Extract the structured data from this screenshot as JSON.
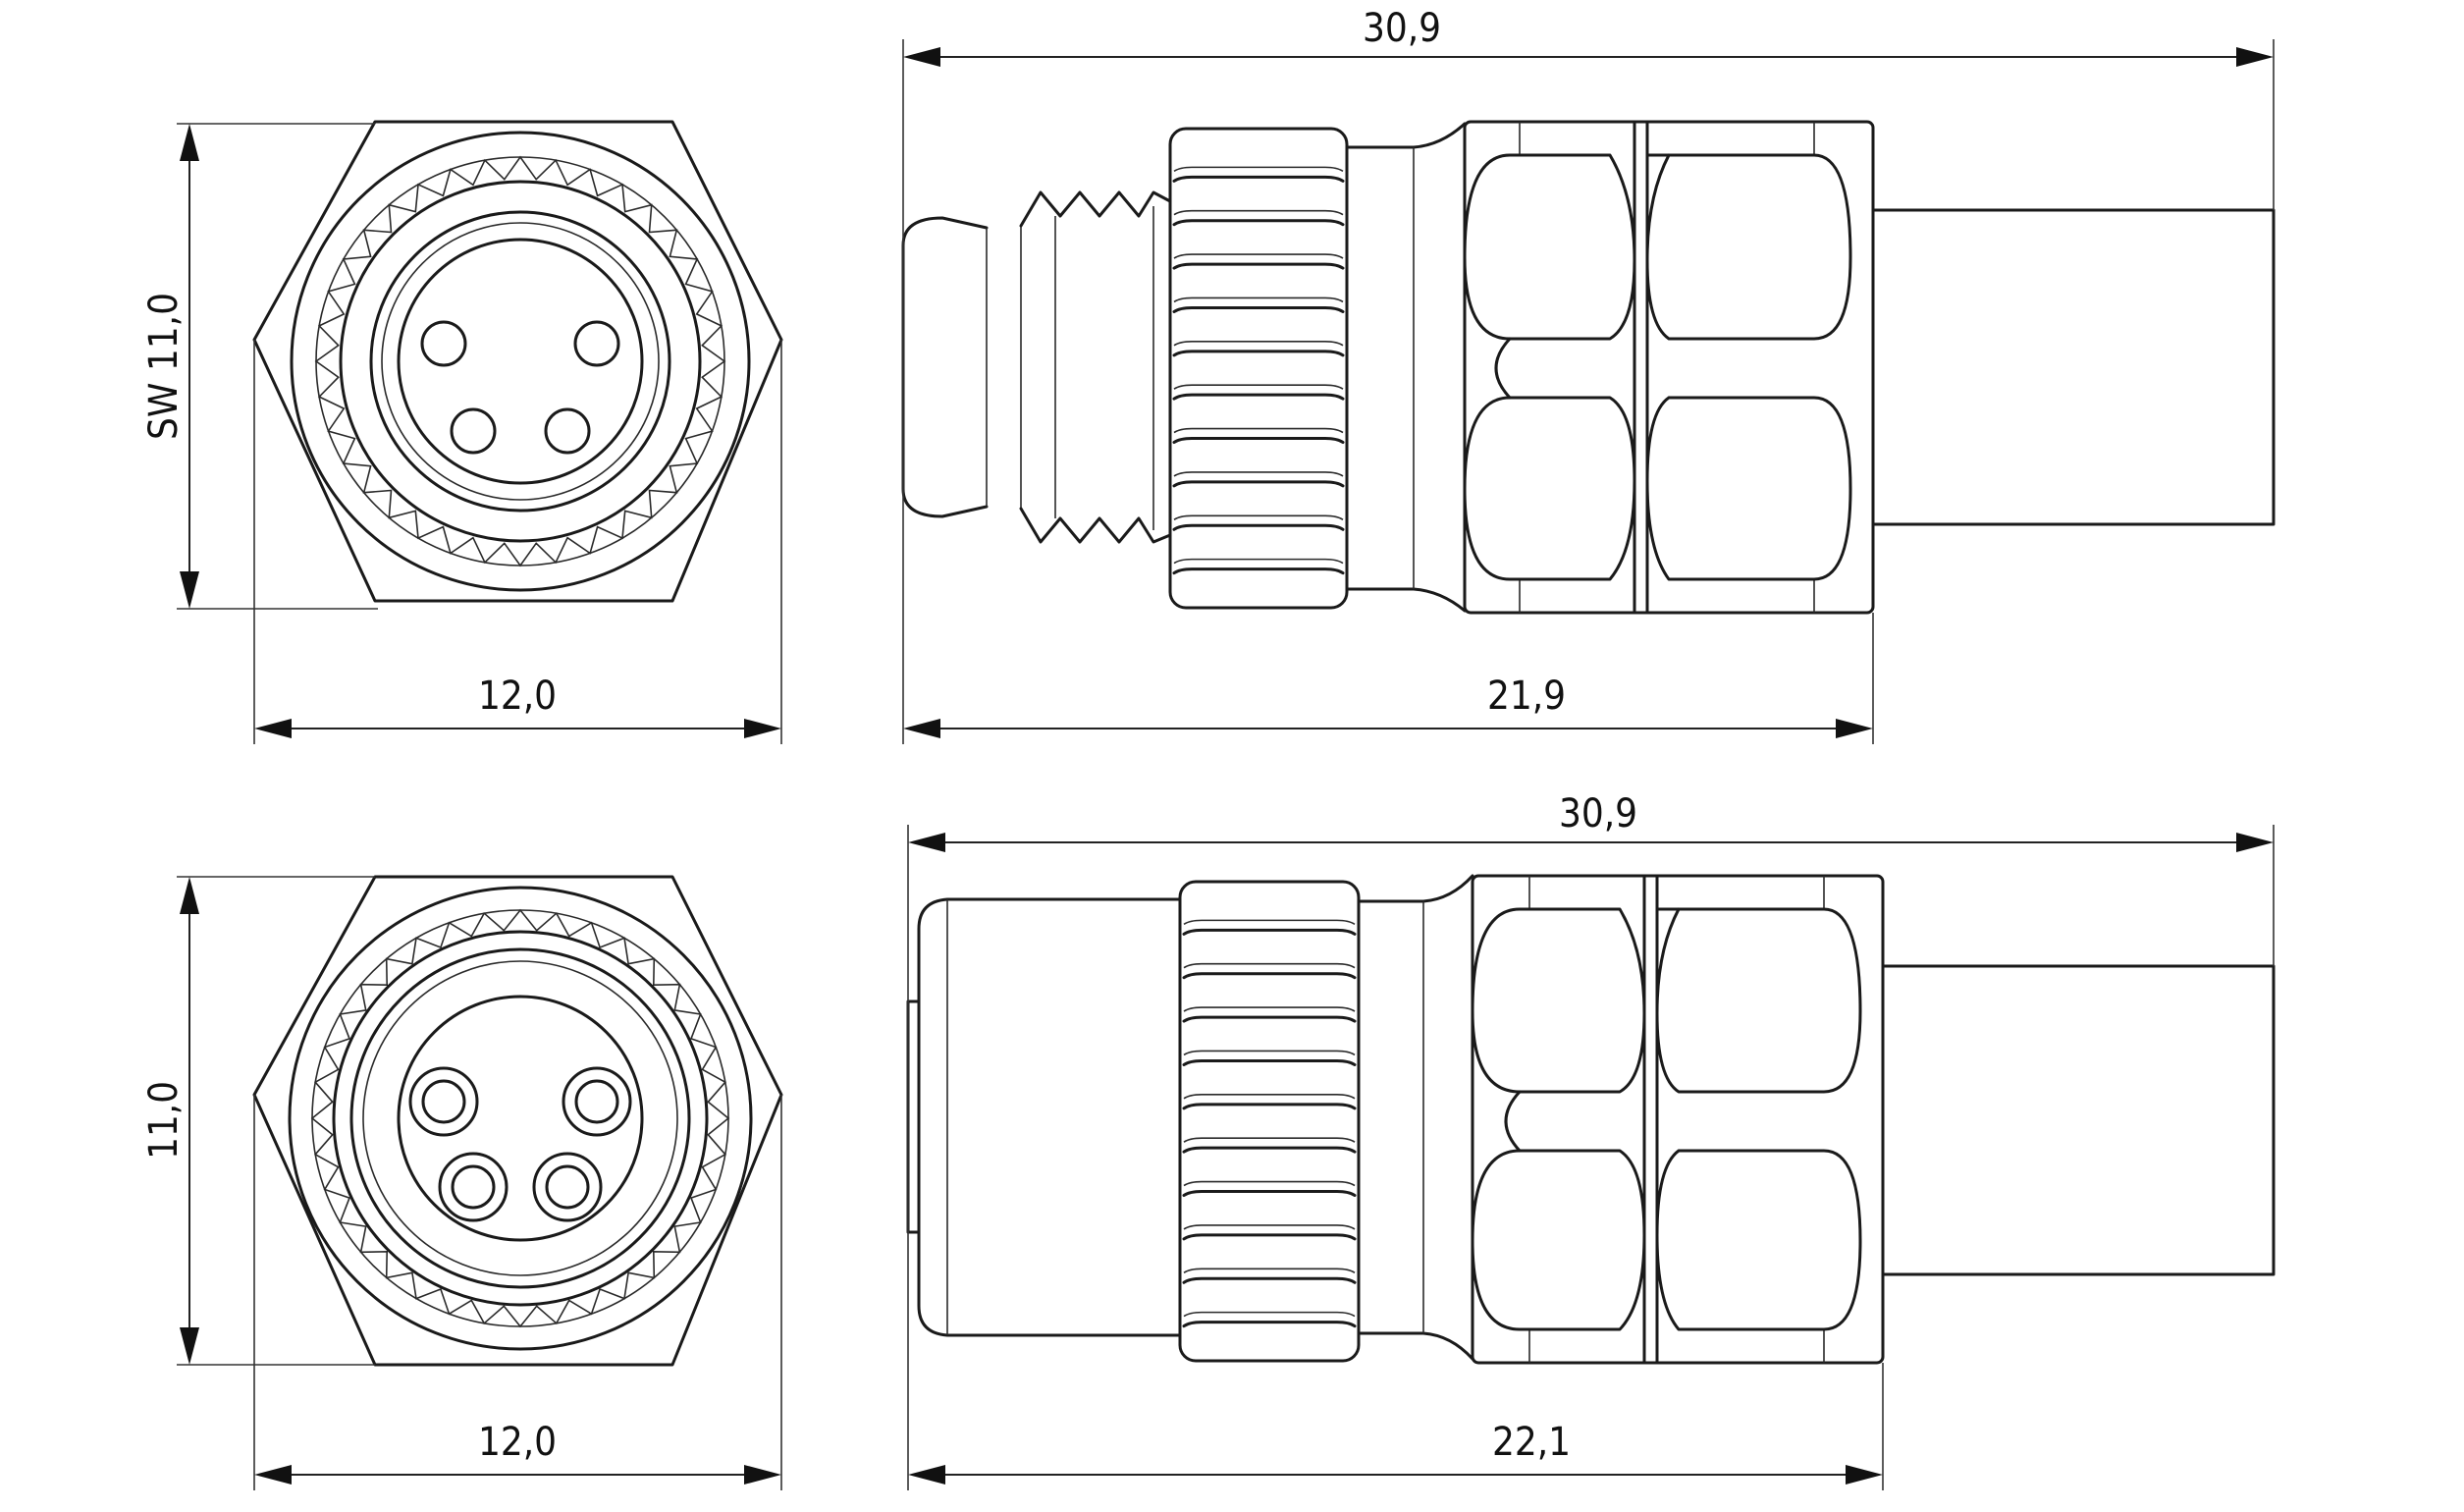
{
  "dimensions": {
    "top_front_width": "12,0",
    "top_front_height": "SW  11,0",
    "top_side_total": "30,9",
    "top_side_body": "21,9",
    "bottom_front_width": "12,0",
    "bottom_front_height": "11,0",
    "bottom_side_total": "30,9",
    "bottom_side_body": "22,1"
  },
  "colors": {
    "line": "#1a1a1a",
    "background": "#ffffff"
  }
}
